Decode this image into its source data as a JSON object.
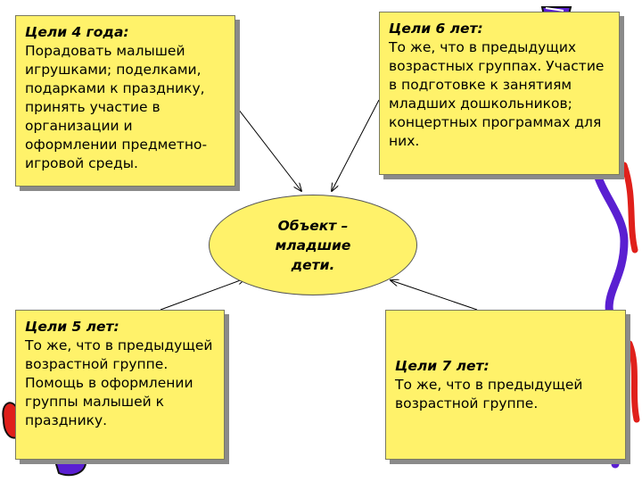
{
  "center": {
    "label": "Объект –\nмладшие\nдети."
  },
  "boxes": {
    "age4": {
      "title": "Цели 4 года:",
      "body": "Порадовать малышей игрушками; поделками, подарками к празднику, принять участие в организации и оформлении предметно-игровой среды."
    },
    "age6": {
      "title": "Цели 6 лет:",
      "body": "То же, что в предыдущих возрастных группах. Участие в подготовке к занятиям младших дошкольников; концертных программах для них."
    },
    "age5": {
      "title": "Цели 5 лет:",
      "body": "То же, что в предыдущей возрастной группе. Помощь в оформлении группы малышей к празднику."
    },
    "age7": {
      "title": "Цели 7 лет:",
      "body": "То же, что в предыдущей возрастной группе."
    }
  },
  "colors": {
    "box_fill": "#fff26a",
    "decor_purple": "#5a1fd1",
    "decor_red": "#e0201b"
  }
}
